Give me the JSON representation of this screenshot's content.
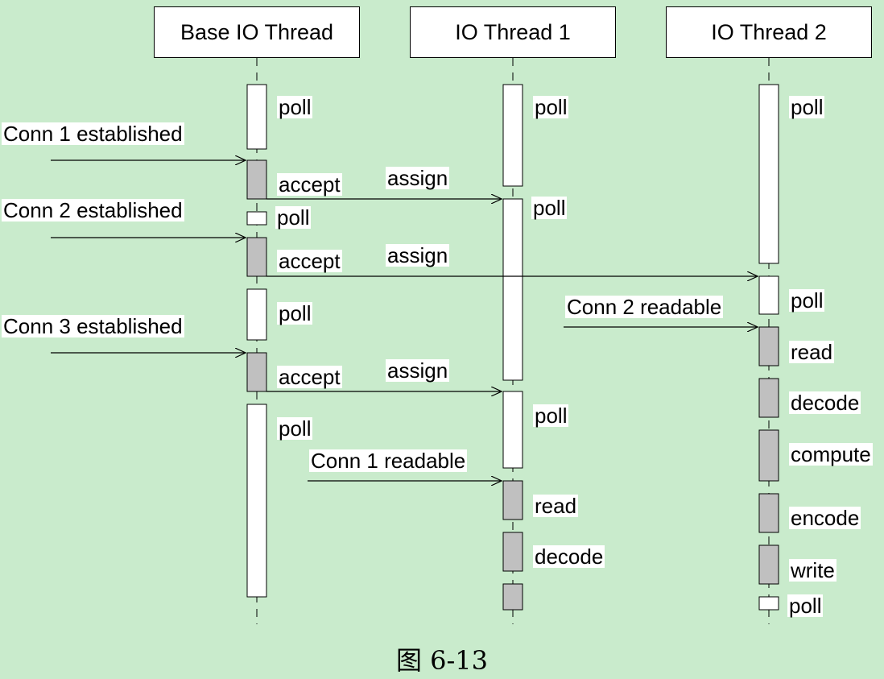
{
  "lanes": [
    {
      "id": "base",
      "title": "Base IO Thread"
    },
    {
      "id": "io1",
      "title": "IO Thread 1"
    },
    {
      "id": "io2",
      "title": "IO Thread 2"
    }
  ],
  "activations": {
    "base": [
      {
        "kind": "idle",
        "label": "poll"
      },
      {
        "kind": "busy",
        "label": "accept"
      },
      {
        "kind": "idle",
        "label": "poll"
      },
      {
        "kind": "busy",
        "label": "accept"
      },
      {
        "kind": "idle",
        "label": "poll"
      },
      {
        "kind": "busy",
        "label": "accept"
      },
      {
        "kind": "idle",
        "label": "poll"
      }
    ],
    "io1": [
      {
        "kind": "idle",
        "label": "poll"
      },
      {
        "kind": "idle",
        "label": "poll"
      },
      {
        "kind": "idle",
        "label": "poll"
      },
      {
        "kind": "busy",
        "label": "read"
      },
      {
        "kind": "busy",
        "label": "decode"
      },
      {
        "kind": "busy",
        "label": ""
      }
    ],
    "io2": [
      {
        "kind": "idle",
        "label": "poll"
      },
      {
        "kind": "idle",
        "label": "poll"
      },
      {
        "kind": "busy",
        "label": "read"
      },
      {
        "kind": "busy",
        "label": "decode"
      },
      {
        "kind": "busy",
        "label": "compute"
      },
      {
        "kind": "busy",
        "label": "encode"
      },
      {
        "kind": "busy",
        "label": "write"
      },
      {
        "kind": "idle",
        "label": "poll"
      }
    ]
  },
  "messages": {
    "external": [
      {
        "label": "Conn 1 established",
        "target": "base"
      },
      {
        "label": "Conn 2 established",
        "target": "base"
      },
      {
        "label": "Conn 3 established",
        "target": "base"
      },
      {
        "label": "Conn 2 readable",
        "target": "io2"
      },
      {
        "label": "Conn 1 readable",
        "target": "io1"
      }
    ],
    "assign": [
      {
        "label": "assign",
        "from": "base",
        "to": "io1"
      },
      {
        "label": "assign",
        "from": "base",
        "to": "io2"
      },
      {
        "label": "assign",
        "from": "base",
        "to": "io1"
      }
    ]
  },
  "caption": "图 6-13",
  "colors": {
    "background": "#c9ebcc",
    "idle_fill": "#ffffff",
    "busy_fill": "#c0c0c0",
    "line": "#000000"
  }
}
